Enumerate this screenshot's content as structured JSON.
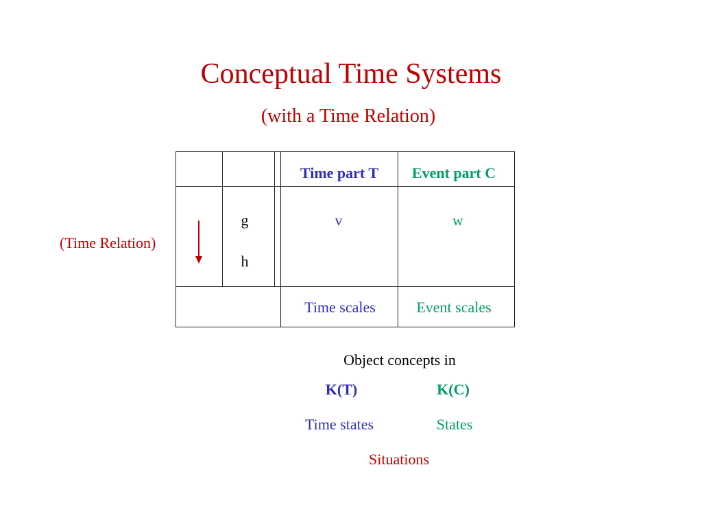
{
  "title": "Conceptual Time Systems",
  "subtitle": "(with a Time Relation)",
  "table": {
    "header_time_part": "Time part T",
    "header_event_part": "Event part C",
    "row_g": "g",
    "row_h": "h",
    "value_v": "v",
    "value_w": "w",
    "time_scales": "Time scales",
    "event_scales": "Event scales"
  },
  "time_relation_label": "(Time Relation)",
  "object_concepts": {
    "intro": "Object concepts in",
    "kt": "K(T)",
    "kc": "K(C)",
    "time_states": "Time states",
    "states": "States",
    "situations": "Situations"
  },
  "colors": {
    "title_red": "#c00000",
    "time_blue": "#2e2eb8",
    "event_green": "#00a060",
    "arrow": "#c00000"
  }
}
